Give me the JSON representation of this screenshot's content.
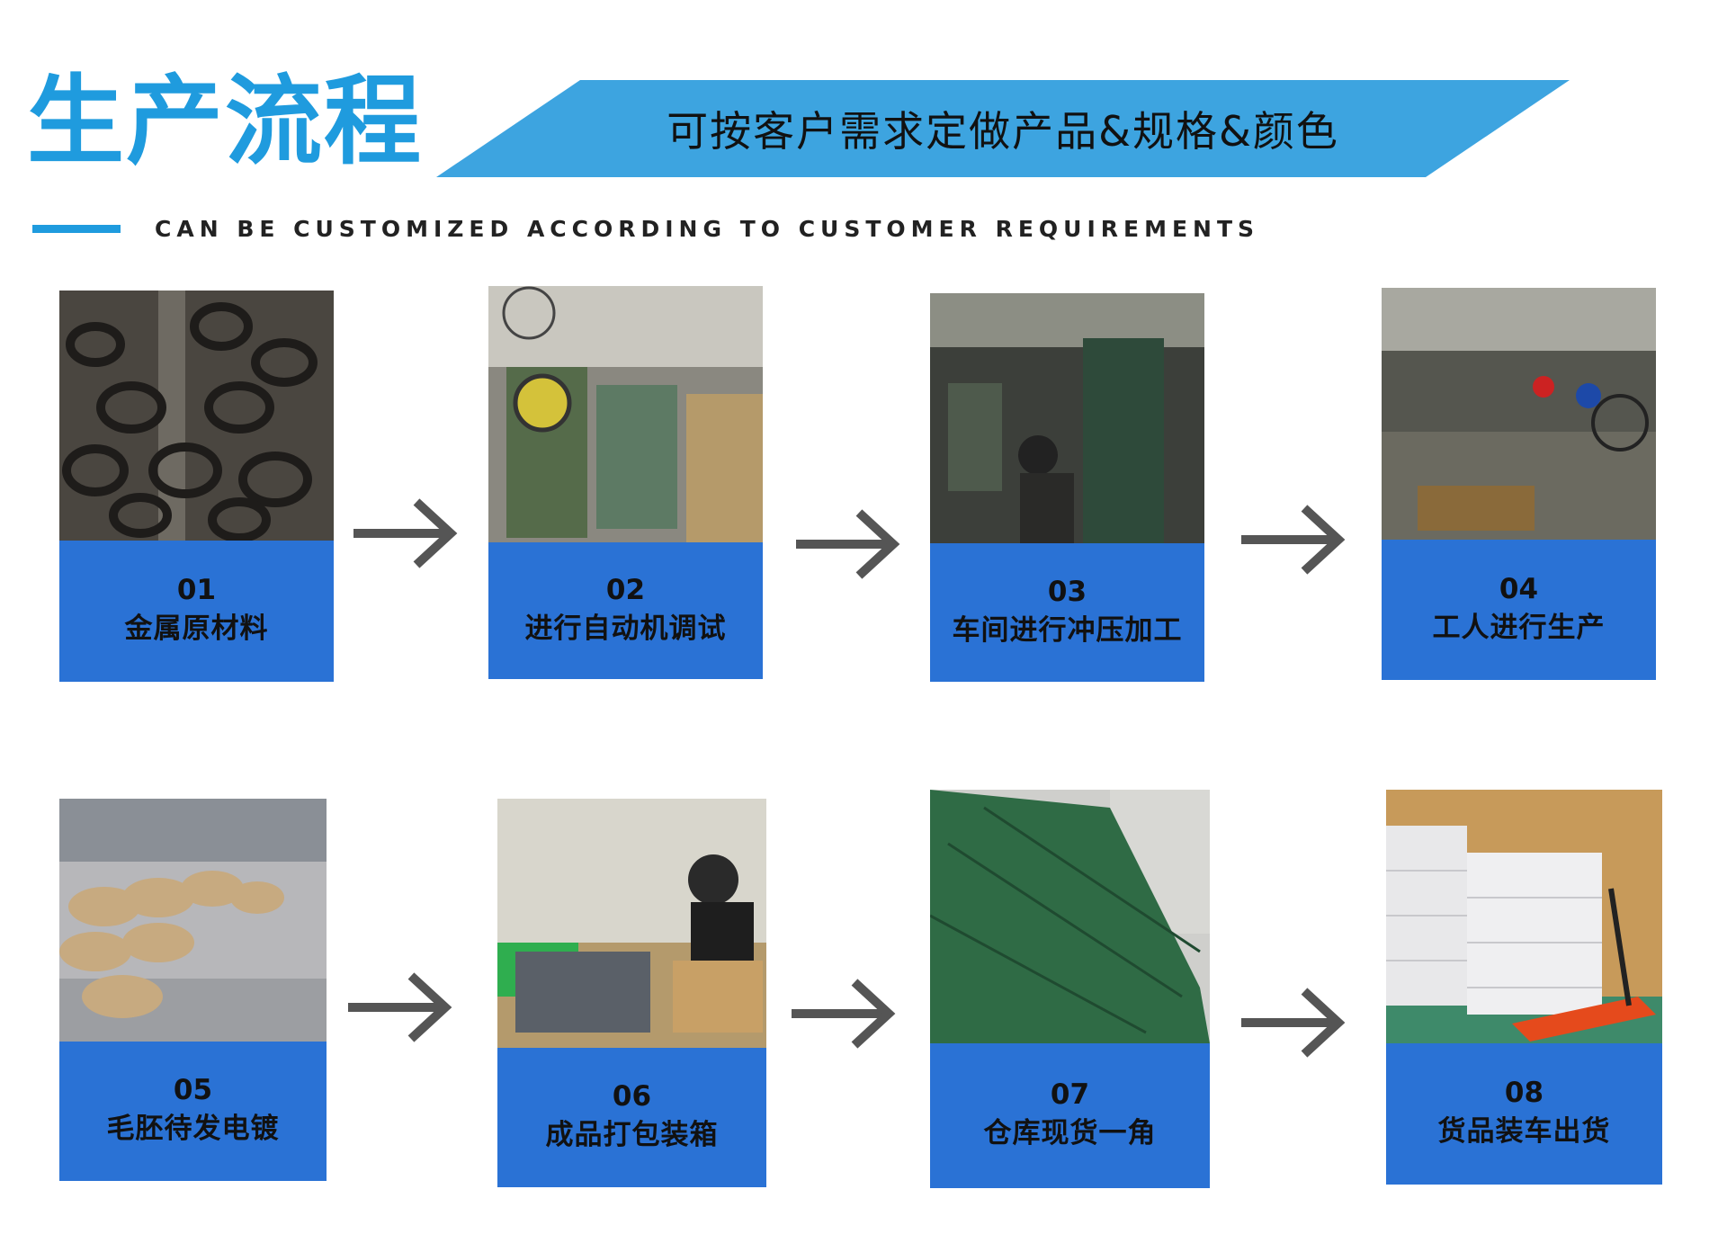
{
  "header": {
    "title": "生产流程",
    "banner_text": "可按客户需求定做产品&规格&颜色",
    "subtitle": "CAN BE CUSTOMIZED ACCORDING TO CUSTOMER REQUIREMENTS"
  },
  "colors": {
    "accent": "#1f9bde",
    "label_bg": "#2a72d5",
    "arrow": "#555555",
    "banner": "#3da4e0"
  },
  "steps": [
    {
      "number": "01",
      "text": "金属原材料"
    },
    {
      "number": "02",
      "text": "进行自动机调试"
    },
    {
      "number": "03",
      "text": "车间进行冲压加工"
    },
    {
      "number": "04",
      "text": "工人进行生产"
    },
    {
      "number": "05",
      "text": "毛胚待发电镀"
    },
    {
      "number": "06",
      "text": "成品打包装箱"
    },
    {
      "number": "07",
      "text": "仓库现货一角"
    },
    {
      "number": "08",
      "text": "货品装车出货"
    }
  ]
}
